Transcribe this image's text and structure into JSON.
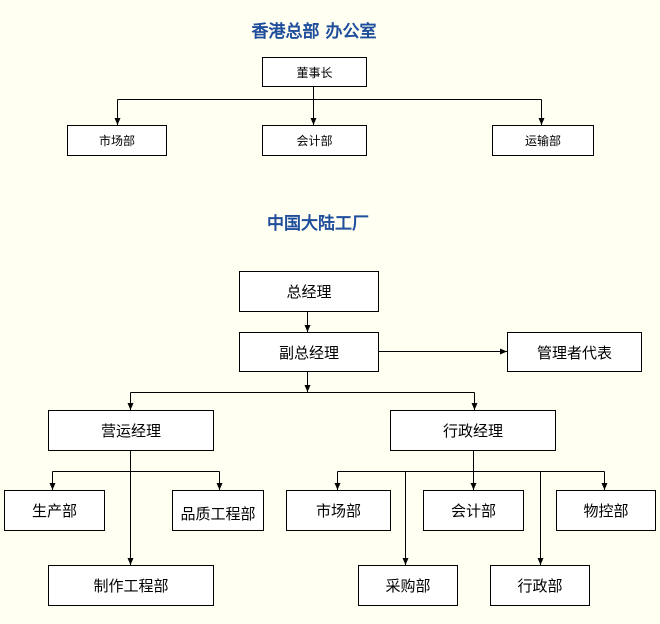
{
  "hk_office": {
    "title": "香港总部 办公室",
    "chairman": "董事长",
    "departments": [
      "市场部",
      "会计部",
      "运输部"
    ]
  },
  "mainland_factory": {
    "title": "中国大陆工厂",
    "general_manager": "总经理",
    "deputy_general_manager": "副总经理",
    "management_representative": "管理者代表",
    "operations_manager": "营运经理",
    "admin_manager": "行政经理",
    "operations_departments": [
      "生产部",
      "品质工程部",
      "制作工程部"
    ],
    "admin_departments": [
      "市场部",
      "会计部",
      "物控部",
      "采购部",
      "行政部"
    ]
  },
  "colors": {
    "title": "#1F4E9C",
    "background": "#FFFFF2",
    "box_fill": "#FFFFFF",
    "box_border": "#000000"
  }
}
